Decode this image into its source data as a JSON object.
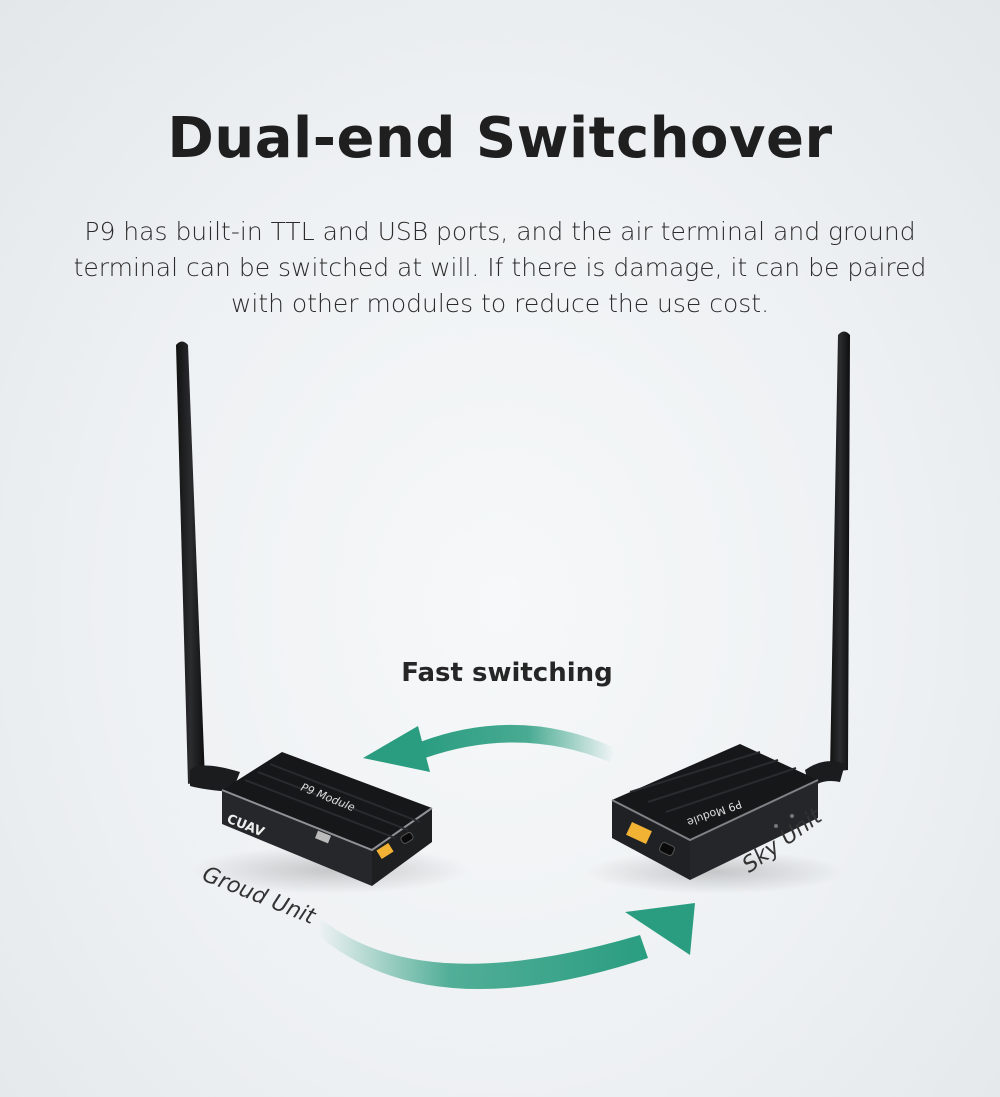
{
  "header": {
    "title": "Dual-end Switchover",
    "description": "P9 has built-in TTL and USB ports, and the air terminal and ground terminal can be switched at will. If there is damage, it can be paired with other modules to reduce the use cost."
  },
  "diagram": {
    "caption": "Fast switching",
    "ground_unit": {
      "label": "Groud Unit",
      "module_text": "P9 Module",
      "brand": "CUAV"
    },
    "sky_unit": {
      "label": "Sky Unit",
      "module_text": "P9 Module"
    },
    "colors": {
      "arrow": "#2a9d80",
      "device": "#1c1d1f",
      "port": "#f2b233",
      "background": "#eef1f3"
    }
  }
}
